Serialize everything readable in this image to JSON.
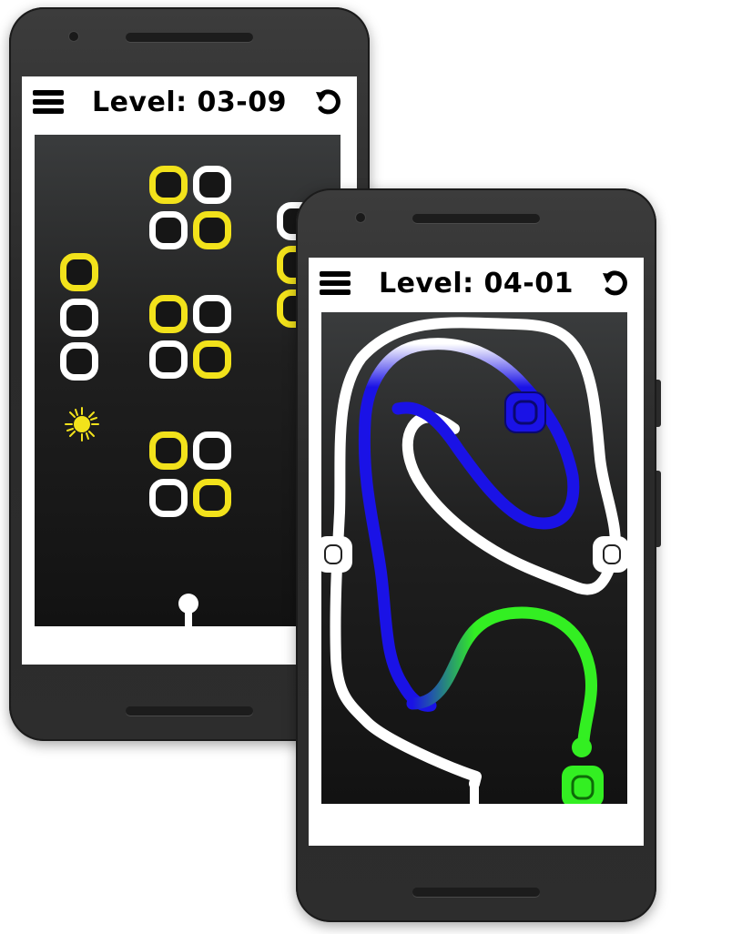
{
  "screens": [
    {
      "id": "back",
      "level_text": "Level: 03-09",
      "colors": {
        "yellow": "#f2e21b",
        "white": "#ffffff",
        "board": "#1a1a1a"
      },
      "icons": {
        "menu": "hamburger-menu-icon",
        "restart": "restart-icon",
        "burst": "splash-burst-icon"
      }
    },
    {
      "id": "front",
      "level_text": "Level: 04-01",
      "colors": {
        "blue": "#1a12e6",
        "green": "#33ef22",
        "white": "#ffffff",
        "board": "#1a1a1a"
      },
      "icons": {
        "menu": "hamburger-menu-icon",
        "restart": "restart-icon"
      }
    }
  ]
}
